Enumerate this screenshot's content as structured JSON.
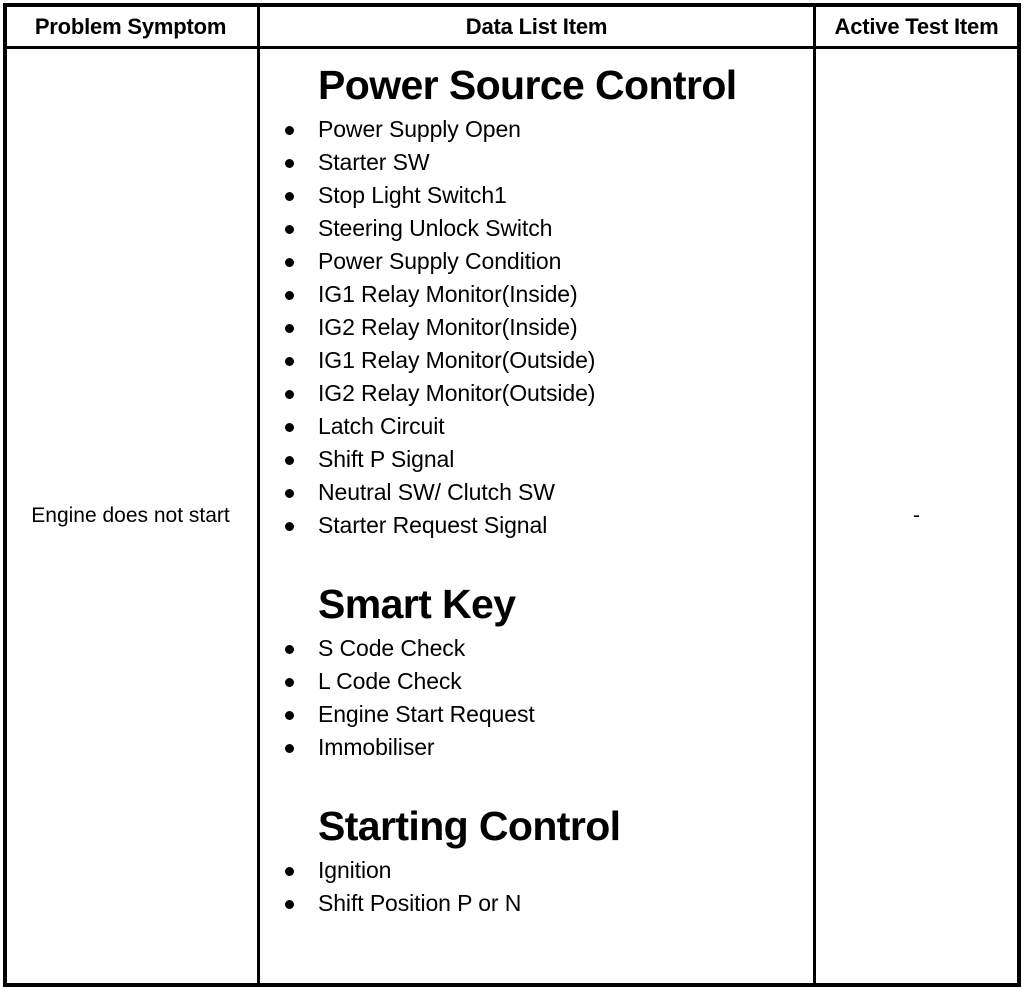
{
  "table": {
    "headers": [
      {
        "label": "Problem Symptom"
      },
      {
        "label": "Data List Item"
      },
      {
        "label": "Active Test Item"
      }
    ],
    "row": {
      "problem_symptom": "Engine does not start",
      "active_test_item": "-",
      "data_list_sections": [
        {
          "title": "Power Source Control",
          "items": [
            "Power Supply Open",
            "Starter SW",
            "Stop Light Switch1",
            "Steering Unlock Switch",
            "Power Supply Condition",
            "IG1 Relay Monitor(Inside)",
            "IG2 Relay Monitor(Inside)",
            "IG1 Relay Monitor(Outside)",
            "IG2 Relay Monitor(Outside)",
            "Latch Circuit",
            "Shift P Signal",
            "Neutral SW/ Clutch SW",
            "Starter Request Signal"
          ]
        },
        {
          "title": "Smart Key",
          "items": [
            "S Code Check",
            "L Code Check",
            "Engine Start Request",
            "Immobiliser"
          ]
        },
        {
          "title": "Starting Control",
          "items": [
            "Ignition",
            "Shift Position P or N"
          ]
        }
      ]
    }
  },
  "style": {
    "border_color": "#000000",
    "text_color": "#000000",
    "background": "#ffffff"
  }
}
